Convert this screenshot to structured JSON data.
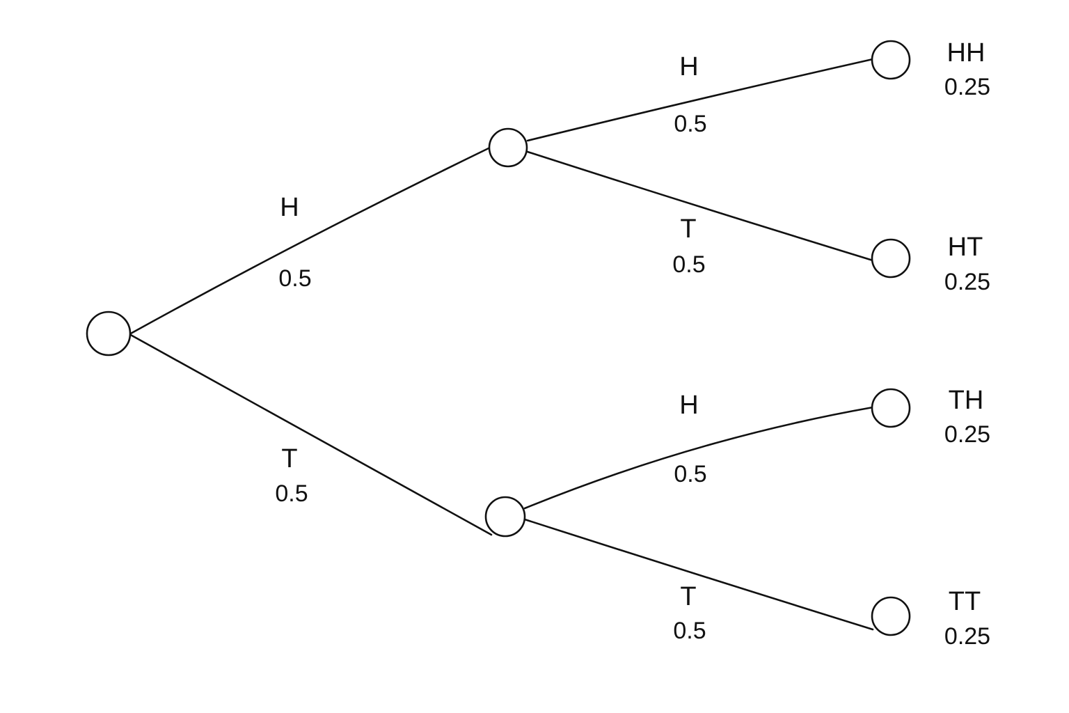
{
  "colors": {
    "background": "#ffffff",
    "stroke": "#111111",
    "text": "#111111"
  },
  "root": {
    "branches": [
      {
        "outcome": "H",
        "probability": "0.5",
        "branches": [
          {
            "outcome": "H",
            "probability": "0.5",
            "leaf": {
              "sequence": "HH",
              "probability": "0.25"
            }
          },
          {
            "outcome": "T",
            "probability": "0.5",
            "leaf": {
              "sequence": "HT",
              "probability": "0.25"
            }
          }
        ]
      },
      {
        "outcome": "T",
        "probability": "0.5",
        "branches": [
          {
            "outcome": "H",
            "probability": "0.5",
            "leaf": {
              "sequence": "TH",
              "probability": "0.25"
            }
          },
          {
            "outcome": "T",
            "probability": "0.5",
            "leaf": {
              "sequence": "TT",
              "probability": "0.25"
            }
          }
        ]
      }
    ]
  }
}
